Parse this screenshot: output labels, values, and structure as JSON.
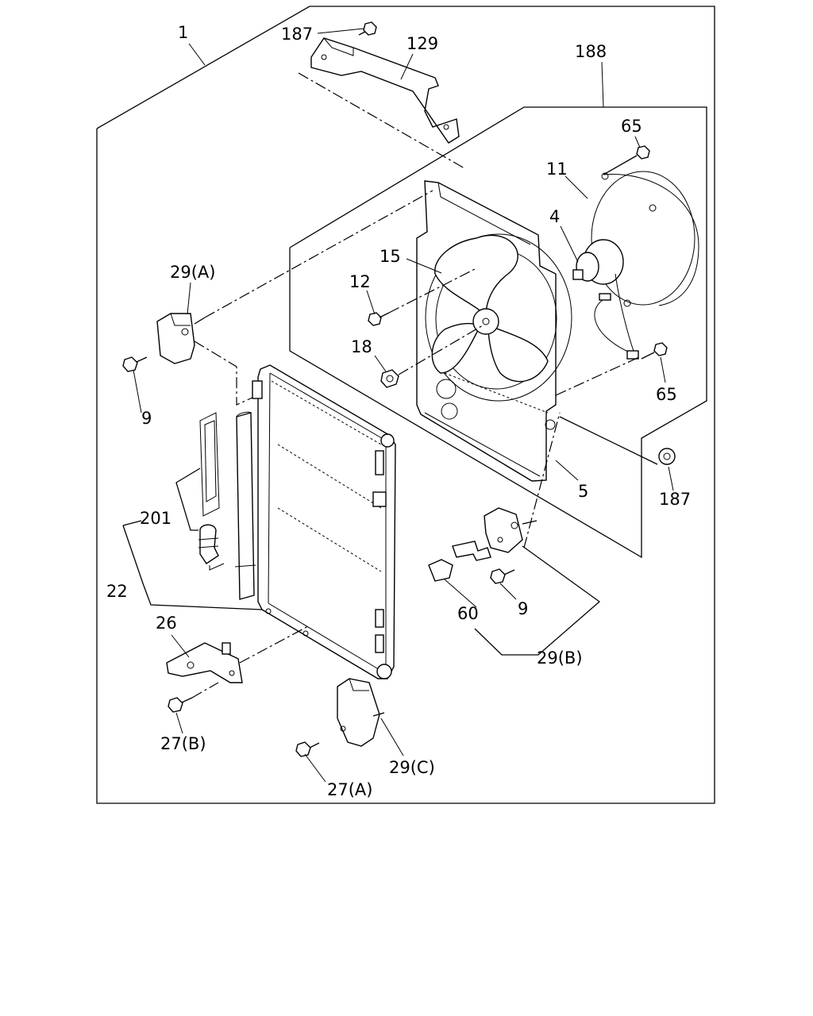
{
  "callouts": {
    "c1": "1",
    "c187_top": "187",
    "c129": "129",
    "c188": "188",
    "c65_top": "65",
    "c11": "11",
    "c4": "4",
    "c15": "15",
    "c12": "12",
    "c18": "18",
    "c29a": "29(A)",
    "c9_left": "9",
    "c65_right": "65",
    "c187_right": "187",
    "c5": "5",
    "c201": "201",
    "c22": "22",
    "c60": "60",
    "c9_right": "9",
    "c29b": "29(B)",
    "c26": "26",
    "c27b": "27(B)",
    "c29c": "29(C)",
    "c27a": "27(A)"
  }
}
